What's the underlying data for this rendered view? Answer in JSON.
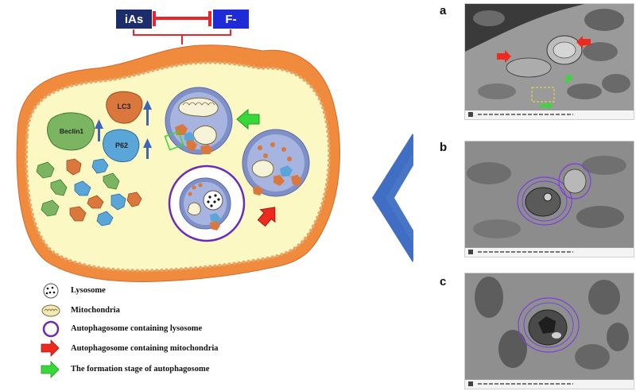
{
  "top": {
    "ias_label": "iAs",
    "f_label": "F-"
  },
  "proteins": {
    "lc3": "LC3",
    "beclin1": "Beclin1",
    "p62": "P62"
  },
  "legend": {
    "lysosome": "Lysosome",
    "mitochondria": "Mitochondria",
    "autophagosome_lysosome": "Autophagosome containing lysosome",
    "autophagosome_mito": "Autophagosome containing mitochondria",
    "formation": "The formation stage of autophagosome"
  },
  "panels": {
    "a": "a",
    "b": "b",
    "c": "c"
  },
  "colors": {
    "ias_box": "#1b2d6b",
    "f_box": "#1f2bd6",
    "inhibit": "#e8262b",
    "cell_outer": "#f08a3c",
    "cell_inner": "#fbf8c4",
    "membrane_dot": "#e6a86a",
    "lc3": "#d9773c",
    "beclin1": "#7bb561",
    "p62": "#5aa6d8",
    "arrow_up": "#3d66b8",
    "vesicle": "#7f90c8",
    "vesicle_ring": "#6b2bb8",
    "red_arrow": "#ee2a1f",
    "green_arrow": "#38d83a",
    "chevron": "#3f6ec4",
    "legend_ring": "#6b2bb8"
  },
  "icons": [
    "inhibition-bar-icon",
    "up-arrow-icon",
    "red-arrow-icon",
    "green-arrow-icon",
    "chevron-icon",
    "lysosome-icon",
    "mitochondria-icon"
  ]
}
